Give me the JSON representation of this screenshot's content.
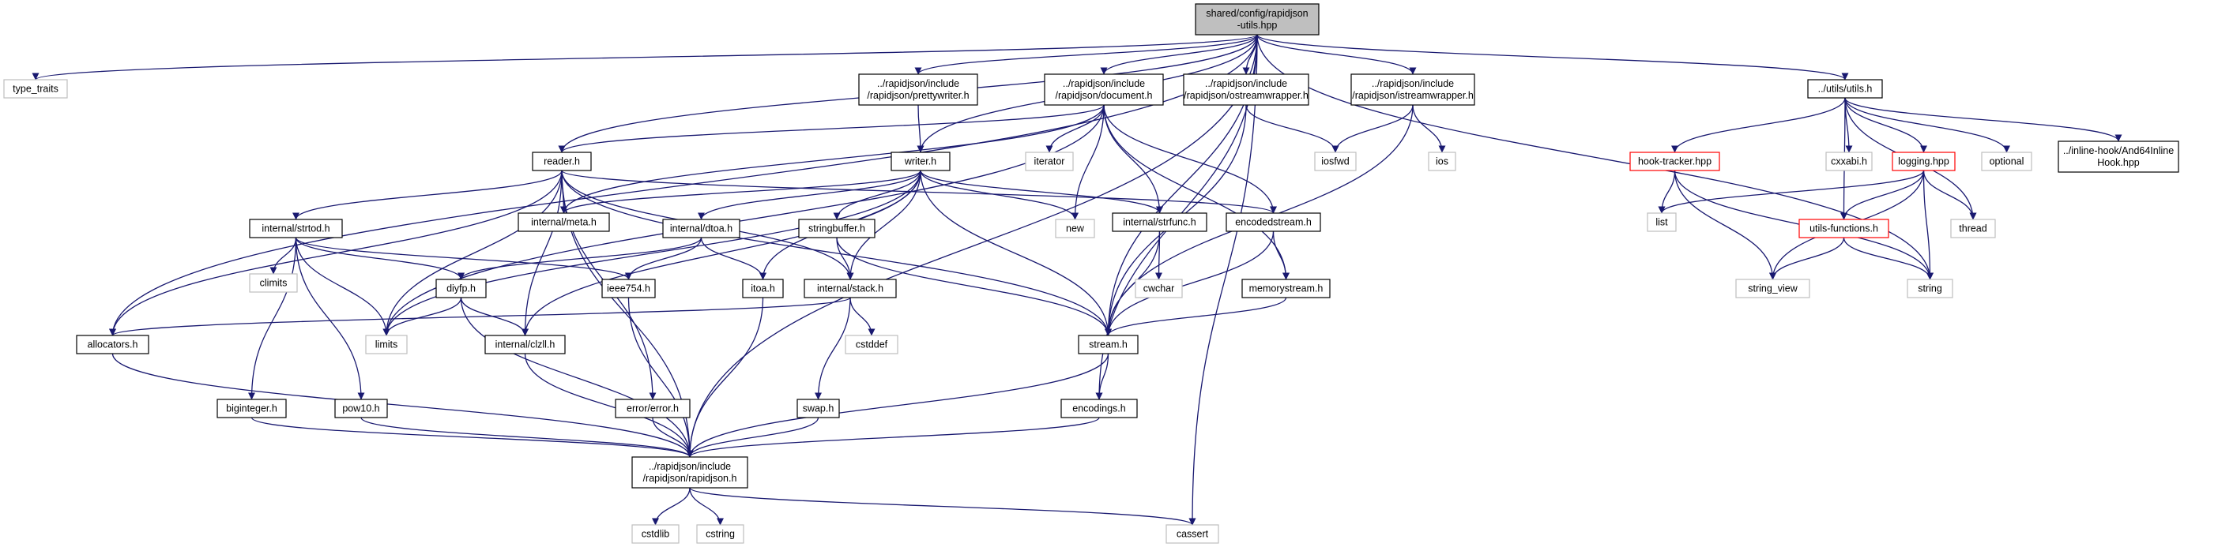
{
  "colors": {
    "edge": "#191970",
    "root_fill": "#bfbfbf",
    "node_border": "#000000",
    "external_border": "#bfbfbf",
    "incomplete_border": "#ff0000",
    "external_text": "#000000"
  },
  "nodes": [
    {
      "id": "root",
      "lines": [
        "shared/config/rapidjson",
        "-utils.hpp"
      ],
      "kind": "root"
    },
    {
      "id": "type_traits",
      "lines": [
        "type_traits"
      ],
      "kind": "external"
    },
    {
      "id": "prettywriter",
      "lines": [
        "../rapidjson/include",
        "/rapidjson/prettywriter.h"
      ],
      "kind": "normal"
    },
    {
      "id": "document",
      "lines": [
        "../rapidjson/include",
        "/rapidjson/document.h"
      ],
      "kind": "normal"
    },
    {
      "id": "ostreamwrapper",
      "lines": [
        "../rapidjson/include",
        "/rapidjson/ostreamwrapper.h"
      ],
      "kind": "normal"
    },
    {
      "id": "istreamwrapper",
      "lines": [
        "../rapidjson/include",
        "/rapidjson/istreamwrapper.h"
      ],
      "kind": "normal"
    },
    {
      "id": "utils",
      "lines": [
        "../utils/utils.h"
      ],
      "kind": "normal"
    },
    {
      "id": "hooktracker",
      "lines": [
        "hook-tracker.hpp"
      ],
      "kind": "incomplete"
    },
    {
      "id": "cxxabi",
      "lines": [
        "cxxabi.h"
      ],
      "kind": "external"
    },
    {
      "id": "logging",
      "lines": [
        "logging.hpp"
      ],
      "kind": "incomplete"
    },
    {
      "id": "optional",
      "lines": [
        "optional"
      ],
      "kind": "external"
    },
    {
      "id": "and64",
      "lines": [
        "../inline-hook/And64Inline",
        "Hook.hpp"
      ],
      "kind": "normal"
    },
    {
      "id": "iterator",
      "lines": [
        "iterator"
      ],
      "kind": "external"
    },
    {
      "id": "iosfwd",
      "lines": [
        "iosfwd"
      ],
      "kind": "external"
    },
    {
      "id": "ios",
      "lines": [
        "ios"
      ],
      "kind": "external"
    },
    {
      "id": "readerh",
      "lines": [
        "reader.h"
      ],
      "kind": "normal"
    },
    {
      "id": "writerh",
      "lines": [
        "writer.h"
      ],
      "kind": "normal"
    },
    {
      "id": "internalmeta",
      "lines": [
        "internal/meta.h"
      ],
      "kind": "normal"
    },
    {
      "id": "strtod",
      "lines": [
        "internal/strtod.h"
      ],
      "kind": "normal"
    },
    {
      "id": "dtoa",
      "lines": [
        "internal/dtoa.h"
      ],
      "kind": "normal"
    },
    {
      "id": "stringbuffer",
      "lines": [
        "stringbuffer.h"
      ],
      "kind": "normal"
    },
    {
      "id": "newh",
      "lines": [
        "new"
      ],
      "kind": "external"
    },
    {
      "id": "strfunc",
      "lines": [
        "internal/strfunc.h"
      ],
      "kind": "normal"
    },
    {
      "id": "encodedstream",
      "lines": [
        "encodedstream.h"
      ],
      "kind": "normal"
    },
    {
      "id": "list",
      "lines": [
        "list"
      ],
      "kind": "external"
    },
    {
      "id": "utilsfunctions",
      "lines": [
        "utils-functions.h"
      ],
      "kind": "incomplete"
    },
    {
      "id": "thread",
      "lines": [
        "thread"
      ],
      "kind": "external"
    },
    {
      "id": "climits",
      "lines": [
        "climits"
      ],
      "kind": "external"
    },
    {
      "id": "diyfp",
      "lines": [
        "diyfp.h"
      ],
      "kind": "normal"
    },
    {
      "id": "ieee754",
      "lines": [
        "ieee754.h"
      ],
      "kind": "normal"
    },
    {
      "id": "itoa",
      "lines": [
        "itoa.h"
      ],
      "kind": "normal"
    },
    {
      "id": "stack",
      "lines": [
        "internal/stack.h"
      ],
      "kind": "normal"
    },
    {
      "id": "cwchar",
      "lines": [
        "cwchar"
      ],
      "kind": "external"
    },
    {
      "id": "memorystream",
      "lines": [
        "memorystream.h"
      ],
      "kind": "normal"
    },
    {
      "id": "string_view",
      "lines": [
        "string_view"
      ],
      "kind": "external"
    },
    {
      "id": "string",
      "lines": [
        "string"
      ],
      "kind": "external"
    },
    {
      "id": "allocators",
      "lines": [
        "allocators.h"
      ],
      "kind": "normal"
    },
    {
      "id": "limits",
      "lines": [
        "limits"
      ],
      "kind": "external"
    },
    {
      "id": "clzll",
      "lines": [
        "internal/clzll.h"
      ],
      "kind": "normal"
    },
    {
      "id": "cstddef",
      "lines": [
        "cstddef"
      ],
      "kind": "external"
    },
    {
      "id": "streamh",
      "lines": [
        "stream.h"
      ],
      "kind": "normal"
    },
    {
      "id": "biginteger",
      "lines": [
        "biginteger.h"
      ],
      "kind": "normal"
    },
    {
      "id": "pow10",
      "lines": [
        "pow10.h"
      ],
      "kind": "normal"
    },
    {
      "id": "errorh",
      "lines": [
        "error/error.h"
      ],
      "kind": "normal"
    },
    {
      "id": "swap",
      "lines": [
        "swap.h"
      ],
      "kind": "normal"
    },
    {
      "id": "encodings",
      "lines": [
        "encodings.h"
      ],
      "kind": "normal"
    },
    {
      "id": "rapidjsonh",
      "lines": [
        "../rapidjson/include",
        "/rapidjson/rapidjson.h"
      ],
      "kind": "normal"
    },
    {
      "id": "cstdlib",
      "lines": [
        "cstdlib"
      ],
      "kind": "external"
    },
    {
      "id": "cstring",
      "lines": [
        "cstring"
      ],
      "kind": "external"
    },
    {
      "id": "cassert",
      "lines": [
        "cassert"
      ],
      "kind": "external"
    }
  ],
  "edges": [
    [
      "root",
      "type_traits"
    ],
    [
      "root",
      "prettywriter"
    ],
    [
      "root",
      "document"
    ],
    [
      "root",
      "ostreamwrapper"
    ],
    [
      "root",
      "istreamwrapper"
    ],
    [
      "root",
      "utils"
    ],
    [
      "root",
      "readerh"
    ],
    [
      "root",
      "writerh"
    ],
    [
      "root",
      "allocators"
    ],
    [
      "root",
      "streamh"
    ],
    [
      "root",
      "encodings"
    ],
    [
      "root",
      "rapidjsonh"
    ],
    [
      "root",
      "cassert"
    ],
    [
      "root",
      "string"
    ],
    [
      "prettywriter",
      "writerh"
    ],
    [
      "document",
      "readerh"
    ],
    [
      "document",
      "internalmeta"
    ],
    [
      "document",
      "iterator"
    ],
    [
      "document",
      "newh"
    ],
    [
      "document",
      "strfunc"
    ],
    [
      "document",
      "encodedstream"
    ],
    [
      "document",
      "memorystream"
    ],
    [
      "document",
      "limits"
    ],
    [
      "ostreamwrapper",
      "iosfwd"
    ],
    [
      "ostreamwrapper",
      "streamh"
    ],
    [
      "istreamwrapper",
      "iosfwd"
    ],
    [
      "istreamwrapper",
      "ios"
    ],
    [
      "istreamwrapper",
      "streamh"
    ],
    [
      "utils",
      "hooktracker"
    ],
    [
      "utils",
      "cxxabi"
    ],
    [
      "utils",
      "logging"
    ],
    [
      "utils",
      "optional"
    ],
    [
      "utils",
      "and64"
    ],
    [
      "utils",
      "utilsfunctions"
    ],
    [
      "utils",
      "thread"
    ],
    [
      "hooktracker",
      "list"
    ],
    [
      "hooktracker",
      "string_view"
    ],
    [
      "hooktracker",
      "string"
    ],
    [
      "logging",
      "list"
    ],
    [
      "logging",
      "utilsfunctions"
    ],
    [
      "logging",
      "thread"
    ],
    [
      "logging",
      "string"
    ],
    [
      "logging",
      "string_view"
    ],
    [
      "utilsfunctions",
      "string_view"
    ],
    [
      "utilsfunctions",
      "string"
    ],
    [
      "readerh",
      "allocators"
    ],
    [
      "readerh",
      "internalmeta"
    ],
    [
      "readerh",
      "strtod"
    ],
    [
      "readerh",
      "stack"
    ],
    [
      "readerh",
      "limits"
    ],
    [
      "readerh",
      "clzll"
    ],
    [
      "readerh",
      "errorh"
    ],
    [
      "readerh",
      "streamh"
    ],
    [
      "readerh",
      "encodedstream"
    ],
    [
      "readerh",
      "rapidjsonh"
    ],
    [
      "writerh",
      "internalmeta"
    ],
    [
      "writerh",
      "dtoa"
    ],
    [
      "writerh",
      "stringbuffer"
    ],
    [
      "writerh",
      "newh"
    ],
    [
      "writerh",
      "strfunc"
    ],
    [
      "writerh",
      "itoa"
    ],
    [
      "writerh",
      "stack"
    ],
    [
      "writerh",
      "clzll"
    ],
    [
      "writerh",
      "limits"
    ],
    [
      "writerh",
      "streamh"
    ],
    [
      "strtod",
      "climits"
    ],
    [
      "strtod",
      "diyfp"
    ],
    [
      "strtod",
      "ieee754"
    ],
    [
      "strtod",
      "biginteger"
    ],
    [
      "strtod",
      "pow10"
    ],
    [
      "strtod",
      "limits"
    ],
    [
      "dtoa",
      "diyfp"
    ],
    [
      "dtoa",
      "ieee754"
    ],
    [
      "dtoa",
      "itoa"
    ],
    [
      "stringbuffer",
      "stack"
    ],
    [
      "stringbuffer",
      "streamh"
    ],
    [
      "strfunc",
      "cwchar"
    ],
    [
      "strfunc",
      "streamh"
    ],
    [
      "encodedstream",
      "memorystream"
    ],
    [
      "encodedstream",
      "streamh"
    ],
    [
      "memorystream",
      "streamh"
    ],
    [
      "diyfp",
      "limits"
    ],
    [
      "diyfp",
      "clzll"
    ],
    [
      "diyfp",
      "rapidjsonh"
    ],
    [
      "ieee754",
      "rapidjsonh"
    ],
    [
      "itoa",
      "rapidjsonh"
    ],
    [
      "stack",
      "allocators"
    ],
    [
      "stack",
      "cstddef"
    ],
    [
      "stack",
      "swap"
    ],
    [
      "allocators",
      "rapidjsonh"
    ],
    [
      "clzll",
      "rapidjsonh"
    ],
    [
      "streamh",
      "encodings"
    ],
    [
      "streamh",
      "rapidjsonh"
    ],
    [
      "biginteger",
      "rapidjsonh"
    ],
    [
      "pow10",
      "rapidjsonh"
    ],
    [
      "errorh",
      "rapidjsonh"
    ],
    [
      "swap",
      "rapidjsonh"
    ],
    [
      "encodings",
      "rapidjsonh"
    ],
    [
      "rapidjsonh",
      "cstdlib"
    ],
    [
      "rapidjsonh",
      "cstring"
    ],
    [
      "rapidjsonh",
      "cassert"
    ]
  ]
}
